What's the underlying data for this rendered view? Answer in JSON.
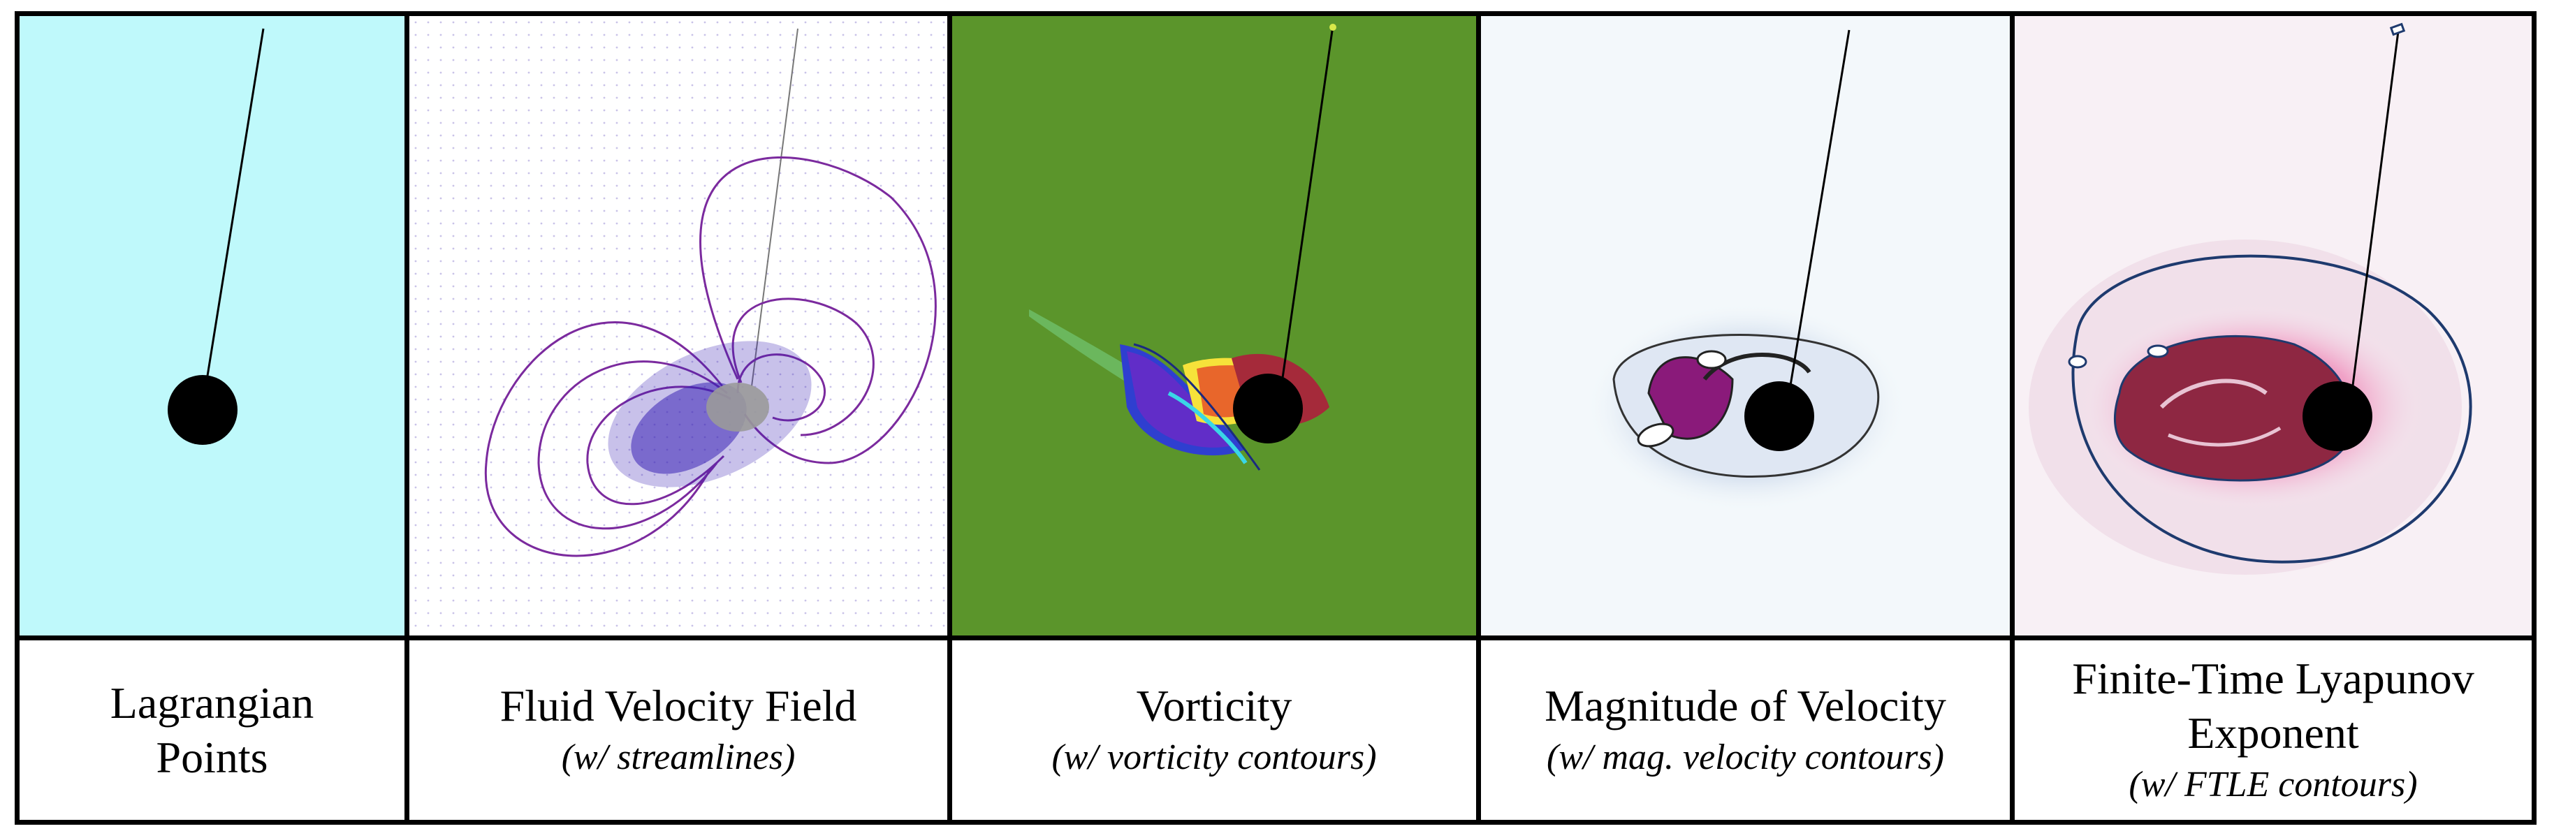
{
  "panels": [
    {
      "id": "lagrangian",
      "title": "Lagrangian\nPoints",
      "subtitle": "",
      "background": "#bff9fb"
    },
    {
      "id": "velocity",
      "title": "Fluid Velocity Field",
      "subtitle": "(w/ streamlines)",
      "background": "#ffffff",
      "arrow_color": "#3b22b5",
      "streamline_color": "#7b2a9e"
    },
    {
      "id": "vorticity",
      "title": "Vorticity",
      "subtitle": "(w/ vorticity contours)",
      "background": "#5b952b"
    },
    {
      "id": "magnitude",
      "title": "Magnitude of Velocity",
      "subtitle": "(w/ mag. velocity contours)",
      "background": "#f3f8fb",
      "accent": "#8a1a7a"
    },
    {
      "id": "ftle",
      "title": "Finite-Time Lyapunov\nExponent",
      "subtitle": "(w/ FTLE contours)",
      "background": "#f8f0f5",
      "accent": "#e8287c",
      "contour_color": "#1e3a6e"
    }
  ]
}
